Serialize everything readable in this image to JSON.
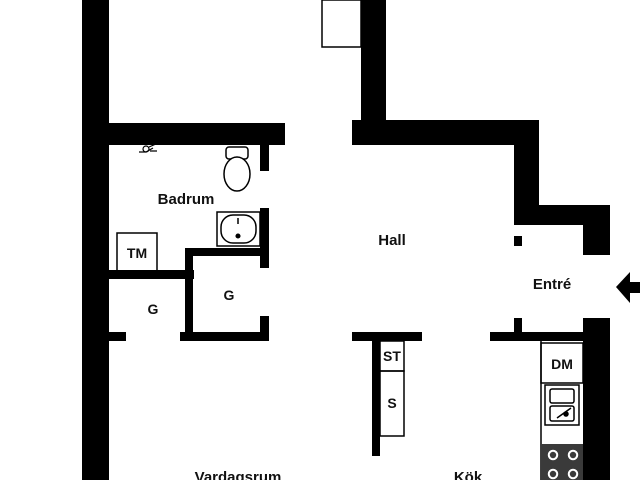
{
  "floorplan": {
    "rooms": {
      "badrum": "Badrum",
      "hall": "Hall",
      "entre": "Entré",
      "vardagsrum": "Vardagsrum",
      "kok": "Kök"
    },
    "fixtures": {
      "tm": "TM",
      "g_left": "G",
      "g_right": "G",
      "st": "ST",
      "s": "S",
      "dm": "DM"
    },
    "icons": {
      "entrance": "entrance-arrow-icon"
    },
    "colors": {
      "wall": "#000000",
      "background": "#ffffff",
      "stove": "#3a3a3a"
    }
  }
}
